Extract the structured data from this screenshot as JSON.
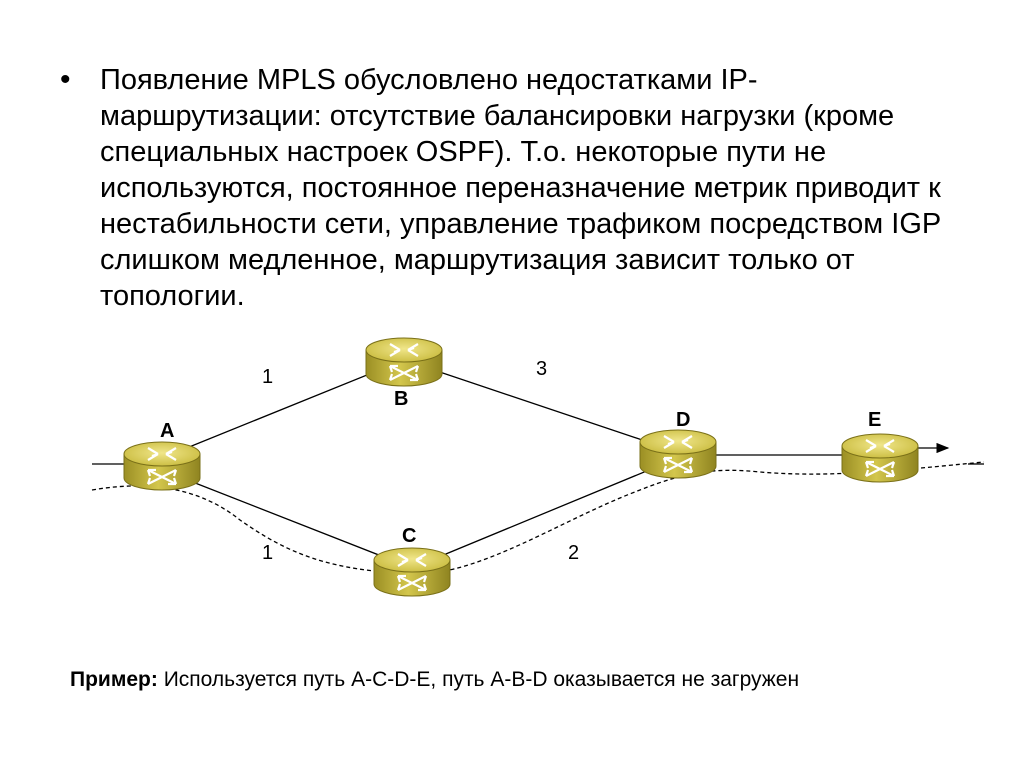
{
  "bullet": {
    "symbol": "•",
    "text": "Появление MPLS обусловлено недостатками IP-маршрутизации: отсутствие балансировки нагрузки (кроме специальных настроек OSPF). Т.о. некоторые пути не используются, постоянное переназначение метрик приводит к нестабильности сети, управление трафиком посредством IGP слишком медленное, маршрутизация зависит только от топологии."
  },
  "diagram": {
    "routers": [
      {
        "id": "A",
        "label": "A"
      },
      {
        "id": "B",
        "label": "B"
      },
      {
        "id": "C",
        "label": "C"
      },
      {
        "id": "D",
        "label": "D"
      },
      {
        "id": "E",
        "label": "E"
      }
    ],
    "links": [
      {
        "from": "A",
        "to": "B",
        "metric": "1"
      },
      {
        "from": "B",
        "to": "D",
        "metric": "3"
      },
      {
        "from": "A",
        "to": "C",
        "metric": "1"
      },
      {
        "from": "C",
        "to": "D",
        "metric": "2"
      },
      {
        "from": "D",
        "to": "E",
        "metric": ""
      }
    ],
    "colors": {
      "router_body": "#c2b43a",
      "router_top": "#e3d86a",
      "router_dark": "#8f8420",
      "line": "#000000"
    }
  },
  "caption": {
    "label": "Пример:",
    "text": " Используется путь A-C-D-E, путь A-B-D оказывается не загружен"
  }
}
